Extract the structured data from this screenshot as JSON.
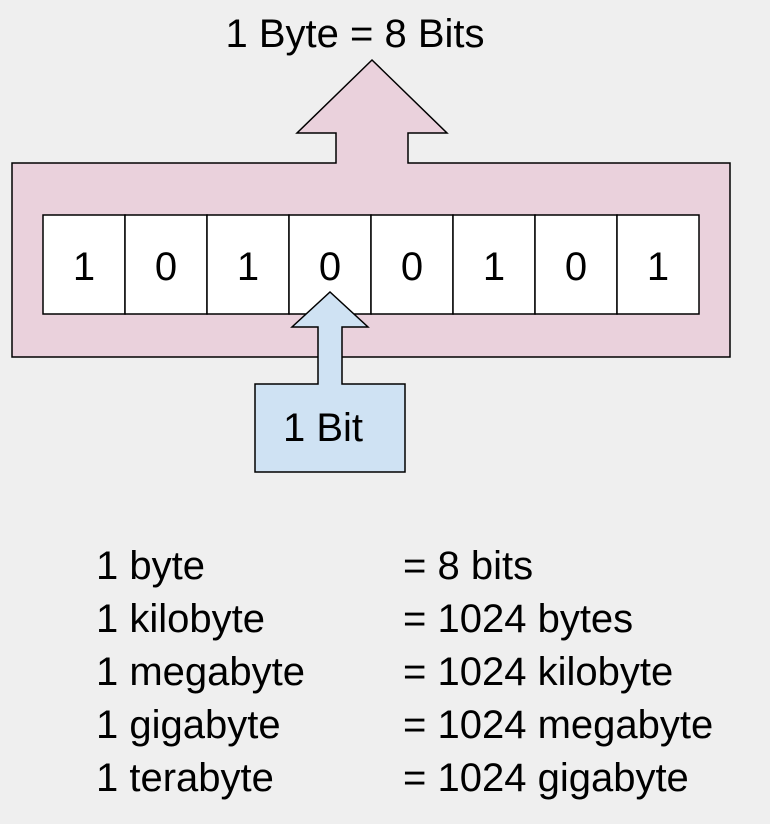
{
  "diagram": {
    "byte_label": "1 Byte = 8 Bits",
    "bit_label": "1 Bit",
    "bits": [
      "1",
      "0",
      "1",
      "0",
      "0",
      "1",
      "0",
      "1"
    ]
  },
  "conversions": [
    {
      "unit": "1 byte",
      "equals": "= 8 bits"
    },
    {
      "unit": "1 kilobyte",
      "equals": "= 1024 bytes"
    },
    {
      "unit": "1 megabyte",
      "equals": "= 1024 kilobyte"
    },
    {
      "unit": "1 gigabyte",
      "equals": "= 1024 megabyte"
    },
    {
      "unit": "1 terabyte",
      "equals": "= 1024 gigabyte"
    }
  ],
  "colors": {
    "background": "#efefef",
    "byte_frame_fill": "#ead1dc",
    "bit_callout_fill": "#cfe2f3",
    "cell_fill": "#ffffff",
    "stroke": "#000000"
  }
}
